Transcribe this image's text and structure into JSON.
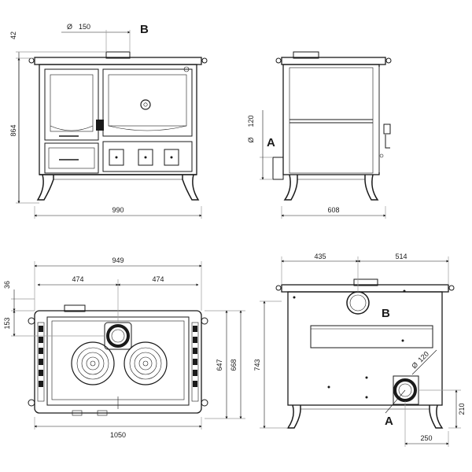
{
  "labels": {
    "front_top_offset": "42",
    "front_flue_dia": "150",
    "front_flue_dia_symbol": "Ø",
    "front_height": "864",
    "front_width": "990",
    "side_flue_dia": "120",
    "side_flue_dia_symbol": "Ø",
    "side_depth": "608",
    "top_total_width": "949",
    "top_half_left": "474",
    "top_half_right": "474",
    "top_offset_36": "36",
    "top_offset_153": "153",
    "top_depth_647": "647",
    "top_depth_668": "668",
    "top_width_1050": "1050",
    "rear_left": "435",
    "rear_right": "514",
    "rear_height": "743",
    "rear_flue_dia": "120",
    "rear_flue_dia_symbol": "Ø",
    "rear_flue_height": "210",
    "rear_flue_offset": "250"
  },
  "markers": {
    "front_outlet": "B",
    "side_outlet": "A",
    "rear_top_outlet": "B",
    "rear_side_outlet": "A"
  }
}
